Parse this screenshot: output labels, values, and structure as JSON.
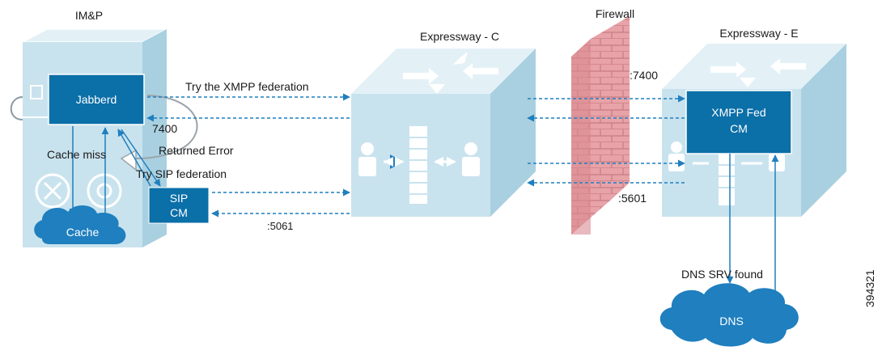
{
  "nodes": {
    "imp": {
      "title": "IM&P"
    },
    "jabberd": {
      "label": "Jabberd"
    },
    "sip_cm": {
      "line1": "SIP",
      "line2": "CM"
    },
    "cache": {
      "label": "Cache"
    },
    "expressway_c": {
      "title": "Expressway - C"
    },
    "firewall": {
      "title": "Firewall"
    },
    "expressway_e": {
      "title": "Expressway - E"
    },
    "xmpp_fed_cm": {
      "line1": "XMPP Fed",
      "line2": "CM"
    },
    "dns": {
      "label": "DNS"
    }
  },
  "labels": {
    "try_xmpp": "Try the XMPP federation",
    "port_7400_local": "7400",
    "returned_error": "Returned Error",
    "cache_miss": "Cache miss",
    "try_sip": "Try SIP federation",
    "port_5061": ":5061",
    "port_7400_fw": ":7400",
    "port_5601_fw": ":5601",
    "dns_srv_found": "DNS SRV found"
  },
  "figure_id": "394321",
  "colors": {
    "cube_face": "#c9e3ee",
    "cube_top": "#e3f1f7",
    "cube_side": "#a9d0e0",
    "box_blue": "#0b6fa8",
    "cloud_blue": "#1f7fbf",
    "firewall": "#e8a3a8",
    "arrow": "#1f7fbf"
  }
}
